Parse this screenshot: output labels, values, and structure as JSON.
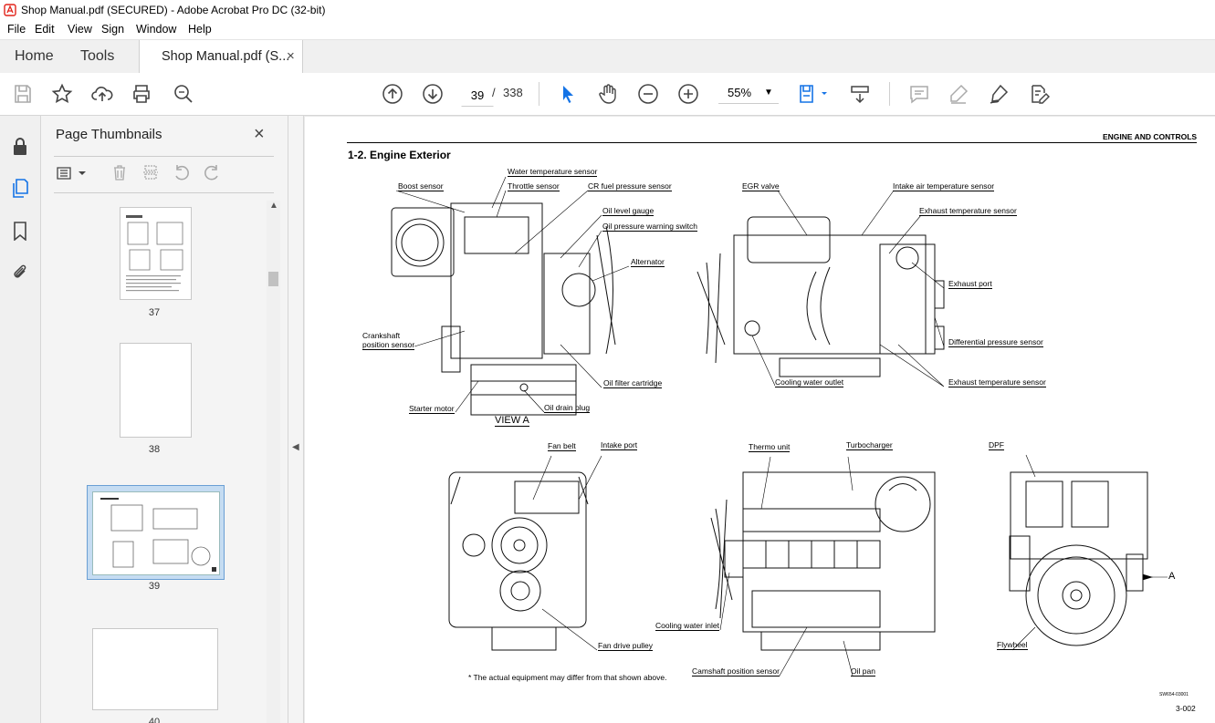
{
  "window": {
    "title": "Shop Manual.pdf (SECURED) - Adobe Acrobat Pro DC (32-bit)"
  },
  "menu": [
    "File",
    "Edit",
    "View",
    "Sign",
    "Window",
    "Help"
  ],
  "tabs": {
    "home": "Home",
    "tools": "Tools",
    "document": "Shop Manual.pdf (S...",
    "close": "×"
  },
  "toolbar": {
    "current_page": "39",
    "separator": "/",
    "total_pages": "338",
    "zoom": "55%"
  },
  "panel": {
    "title": "Page Thumbnails",
    "close": "×",
    "thumbnails": [
      "37",
      "38",
      "39",
      "40"
    ],
    "selected": "39"
  },
  "colors": {
    "accent": "#1473e6",
    "selected_thumb_bg": "#c5dcf2",
    "adobe_red": "#e2231a"
  },
  "document": {
    "header": "ENGINE AND CONTROLS",
    "section_title": "1-2. Engine Exterior",
    "labels": {
      "boost_sensor": "Boost sensor",
      "water_temp_sensor": "Water temperature sensor",
      "throttle_sensor": "Throttle sensor",
      "cr_fuel_pressure_sensor": "CR fuel pressure sensor",
      "oil_level_gauge": "Oil level gauge",
      "oil_pressure_switch": "Oil pressure warning switch",
      "alternator": "Alternator",
      "crankshaft_sensor_1": "Crankshaft",
      "crankshaft_sensor_2": "position sensor",
      "oil_filter": "Oil filter cartridge",
      "starter_motor": "Starter motor",
      "oil_drain_plug": "Oil drain plug",
      "view_a": "VIEW A",
      "egr_valve": "EGR valve",
      "intake_air_temp_sensor": "Intake air temperature sensor",
      "exhaust_temp_sensor_top": "Exhaust temperature sensor",
      "exhaust_port": "Exhaust port",
      "diff_pressure_sensor": "Differential pressure sensor",
      "cooling_water_outlet": "Cooling water outlet",
      "exhaust_temp_sensor_bottom": "Exhaust temperature sensor",
      "fan_belt": "Fan belt",
      "intake_port": "Intake port",
      "fan_drive_pulley": "Fan drive pulley",
      "thermo_unit": "Thermo unit",
      "turbocharger": "Turbocharger",
      "cooling_water_inlet": "Cooling water inlet",
      "camshaft_sensor": "Camshaft position sensor",
      "oil_pan": "Oil pan",
      "dpf": "DPF",
      "flywheel": "Flywheel",
      "arrow_a": "A"
    },
    "footnote": "* The actual equipment may differ from that shown above.",
    "figure_code": "SW654-03001",
    "page_number": "3-002"
  }
}
